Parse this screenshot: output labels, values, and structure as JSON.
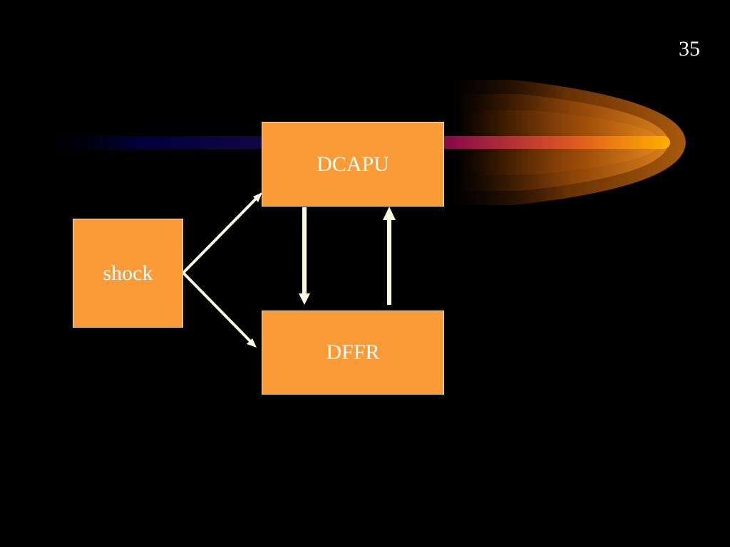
{
  "slide": {
    "number": "35"
  },
  "diagram": {
    "nodes": {
      "dcapu": "DCAPU",
      "dffr": "DFFR",
      "shock": "shock"
    },
    "edges": [
      {
        "from": "shock",
        "to": "dcapu"
      },
      {
        "from": "shock",
        "to": "dffr"
      },
      {
        "from": "dcapu",
        "to": "dffr"
      },
      {
        "from": "dffr",
        "to": "dcapu"
      }
    ]
  },
  "colors": {
    "background": "#000000",
    "node_fill": "#fa9b38",
    "node_border": "#fde3c4",
    "node_text": "#ffffff",
    "arrow": "#fffbe0",
    "beam_start": "#00003a",
    "beam_mid": "#8a0a4a",
    "beam_end": "#ffb000"
  }
}
